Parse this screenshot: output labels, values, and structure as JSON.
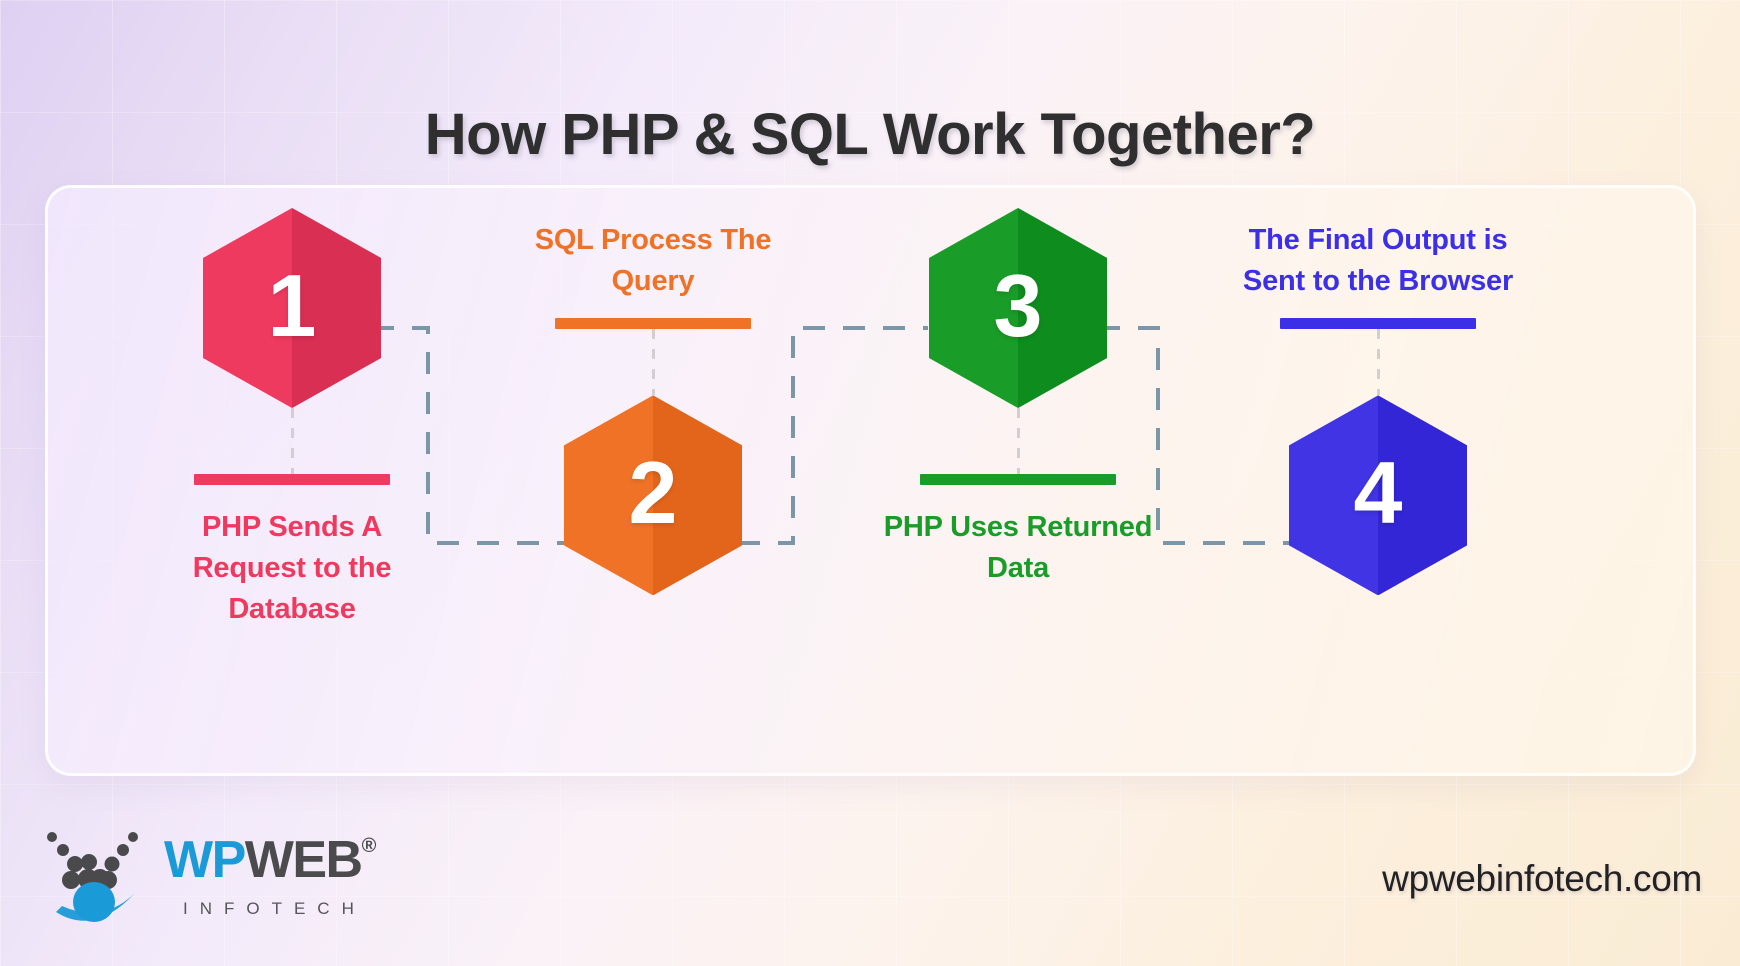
{
  "title": "How PHP & SQL Work Together?",
  "colors": {
    "step1": "#ee3a5f",
    "step1_dark": "#d82f53",
    "step2": "#ef7227",
    "step2_dark": "#e2651b",
    "step3": "#1a9c28",
    "step3_dark": "#0f8c1e",
    "step4": "#3b30e8",
    "step4_dark": "#2f23d6",
    "connector": "#7b96a6",
    "stub": "#cfcfd4",
    "title": "#2f2f30",
    "background_start": "#ded0f2",
    "background_end": "#faecd4"
  },
  "steps": [
    {
      "number": "1",
      "caption": "PHP Sends A Request to the Database",
      "layout": "hexagon-top",
      "color_key": "step1"
    },
    {
      "number": "2",
      "caption": "SQL Process The Query",
      "layout": "caption-top",
      "color_key": "step2"
    },
    {
      "number": "3",
      "caption": "PHP Uses Returned Data",
      "layout": "hexagon-top",
      "color_key": "step3"
    },
    {
      "number": "4",
      "caption": "The Final Output is Sent to the Browser",
      "layout": "caption-top",
      "color_key": "step4"
    }
  ],
  "footer": {
    "logo_wp": "WP",
    "logo_web": "WEB",
    "logo_registered": "®",
    "logo_tagline": "INFOTECH",
    "website": "wpwebinfotech.com"
  }
}
